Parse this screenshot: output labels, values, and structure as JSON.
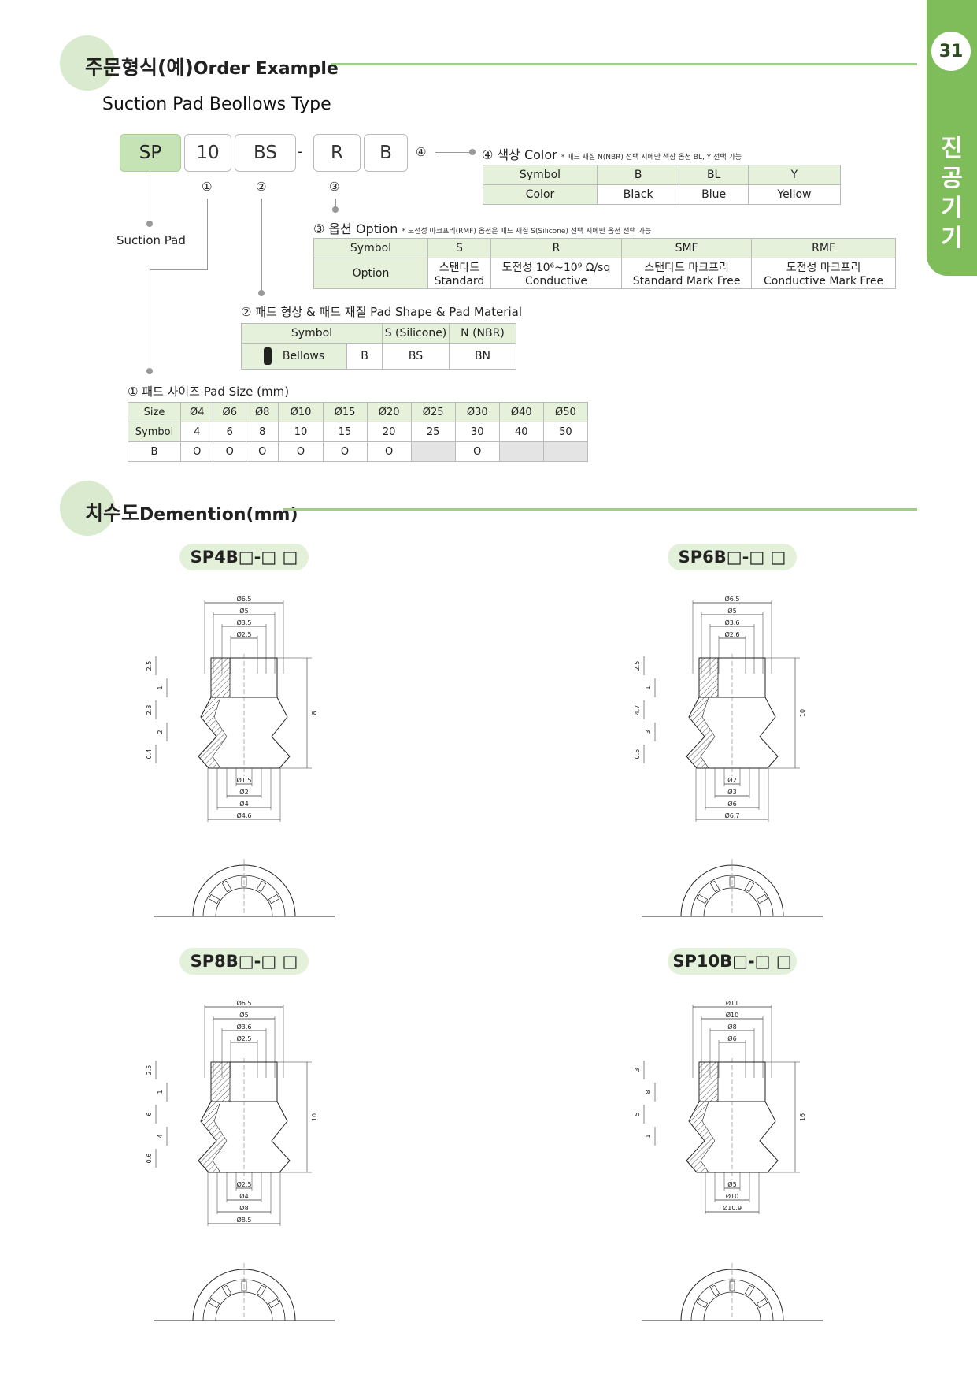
{
  "page": {
    "number": "31",
    "side_label": [
      "진",
      "공",
      "기",
      "기"
    ]
  },
  "order_section": {
    "title_ko": "주문형식(예)",
    "title_en": "Order Example",
    "subtitle": "Suction Pad Beollows Type",
    "codes": [
      "SP",
      "10",
      "BS",
      "R",
      "B"
    ],
    "dash": "-",
    "circled": [
      "④",
      "①",
      "②",
      "③"
    ],
    "suction_pad_label": "Suction Pad"
  },
  "color_block": {
    "title": "④ 색상 Color",
    "note": "* 패드 재질 N(NBR) 선택 시에만 색상 옵션 BL, Y 선택 가능",
    "rows": [
      [
        "Symbol",
        "B",
        "BL",
        "Y"
      ],
      [
        "Color",
        "Black",
        "Blue",
        "Yellow"
      ]
    ]
  },
  "option_block": {
    "title": "③ 옵션 Option",
    "note": "* 도전성 마크프리(RMF) 옵션은 패드 재질 S(Silicone) 선택 시에만 옵션 선택 가능",
    "symbol_label": "Symbol",
    "option_label": "Option",
    "symbols": [
      "S",
      "R",
      "SMF",
      "RMF"
    ],
    "options_ko": [
      "스탠다드",
      "도전성 10⁶~10⁹ Ω/sq",
      "스탠다드 마크프리",
      "도전성 마크프리"
    ],
    "options_en": [
      "Standard",
      "Conductive",
      "Standard Mark Free",
      "Conductive Mark Free"
    ]
  },
  "shape_block": {
    "title": "② 패드 형상 & 패드 재질 Pad Shape & Pad Material",
    "headers": [
      "Symbol",
      "S (Silicone)",
      "N (NBR)"
    ],
    "row": [
      "Bellows",
      "B",
      "BS",
      "BN"
    ]
  },
  "size_block": {
    "title": "① 패드 사이즈 Pad Size (mm)",
    "size_label": "Size",
    "symbol_label": "Symbol",
    "b_label": "B",
    "sizes": [
      "Ø4",
      "Ø6",
      "Ø8",
      "Ø10",
      "Ø15",
      "Ø20",
      "Ø25",
      "Ø30",
      "Ø40",
      "Ø50"
    ],
    "symbols": [
      "4",
      "6",
      "8",
      "10",
      "15",
      "20",
      "25",
      "30",
      "40",
      "50"
    ],
    "b_row": [
      "O",
      "O",
      "O",
      "O",
      "O",
      "O",
      "",
      "O",
      "",
      ""
    ]
  },
  "dimension_section": {
    "title_ko": "치수도",
    "title_en": "Demention(mm)"
  },
  "drawings": [
    {
      "caption": "SP4B□-□ □",
      "top_dims": [
        "Ø6.5",
        "Ø5",
        "Ø3.5",
        "Ø2.5"
      ],
      "left_dims": [
        "2.5",
        "1",
        "2.8",
        "2",
        "0.4"
      ],
      "right_dims": [
        "8"
      ],
      "bottom_dims": [
        "Ø1.5",
        "Ø2",
        "Ø4",
        "Ø4.6"
      ]
    },
    {
      "caption": "SP6B□-□ □",
      "top_dims": [
        "Ø6.5",
        "Ø5",
        "Ø3.6",
        "Ø2.6"
      ],
      "left_dims": [
        "2.5",
        "1",
        "4.7",
        "3",
        "0.5"
      ],
      "right_dims": [
        "10"
      ],
      "bottom_dims": [
        "Ø2",
        "Ø3",
        "Ø6",
        "Ø6.7"
      ]
    },
    {
      "caption": "SP8B□-□ □",
      "top_dims": [
        "Ø6.5",
        "Ø5",
        "Ø3.6",
        "Ø2.5"
      ],
      "left_dims": [
        "2.5",
        "1",
        "6",
        "4",
        "0.6"
      ],
      "right_dims": [
        "10"
      ],
      "bottom_dims": [
        "Ø2.5",
        "Ø4",
        "Ø8",
        "Ø8.5"
      ]
    },
    {
      "caption": "SP10B□-□ □",
      "top_dims": [
        "Ø11",
        "Ø10",
        "Ø8",
        "Ø6"
      ],
      "left_dims": [
        "3",
        "8",
        "5",
        "1"
      ],
      "right_dims": [
        "16"
      ],
      "bottom_dims": [
        "Ø5",
        "Ø10",
        "Ø10.9"
      ]
    }
  ]
}
